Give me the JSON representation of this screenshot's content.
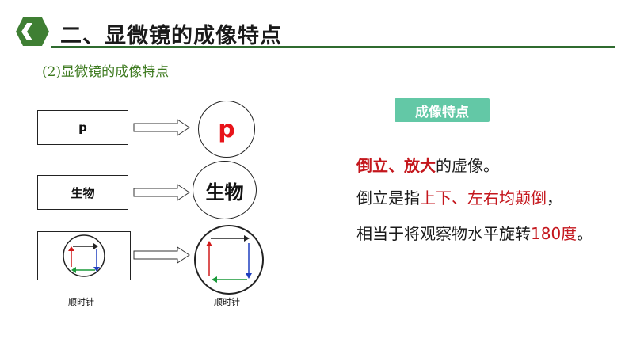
{
  "header": {
    "title": "二、显微镜的成像特点",
    "subtitle": "(2)显微镜的成像特点"
  },
  "rows": [
    {
      "box_label": "p",
      "image_label": "p"
    },
    {
      "box_label": "生物",
      "image_label": "生物"
    }
  ],
  "diagram": {
    "left_caption": "顺时针",
    "right_caption": "顺时针"
  },
  "panel": {
    "badge": "成像特点",
    "line1": {
      "highlight1": "倒立",
      "sep": "、",
      "highlight2": "放大",
      "rest": "的虚像。"
    },
    "line2": {
      "pre": "倒立是指",
      "h1": "上下",
      "sep": "、",
      "h2": "左右均颠倒",
      "post": "，"
    },
    "line3": {
      "pre": "相当于将观察物水平旋转",
      "h1": "180度",
      "post": "。"
    }
  },
  "colors": {
    "accent_green": "#2f6b2f",
    "badge": "#63c8a6",
    "highlight_red": "#c4161c"
  }
}
